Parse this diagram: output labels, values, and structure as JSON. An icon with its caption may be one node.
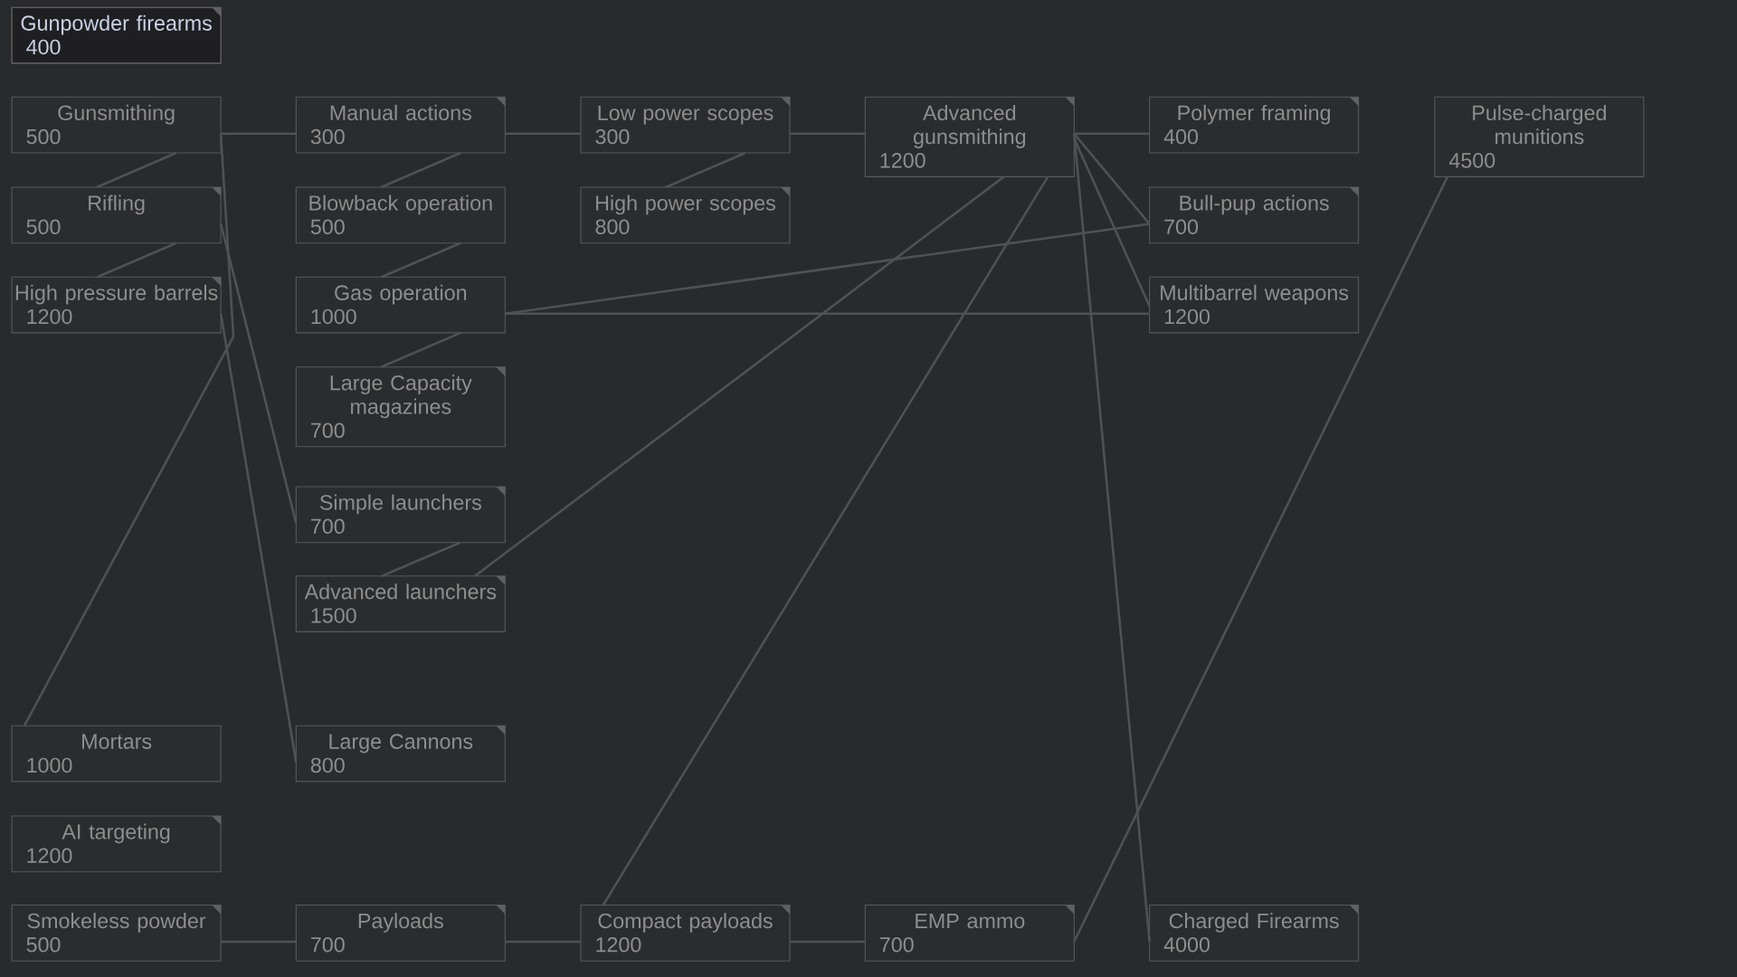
{
  "diagram": {
    "nodes": [
      {
        "text": [
          "Gunpowder firearms",
          "400"
        ]
      },
      {
        "text": [
          "Gunsmithing",
          "500"
        ]
      },
      {
        "text": [
          "Manual actions",
          "300"
        ]
      },
      {
        "text": [
          "Low power scopes",
          "300"
        ]
      },
      {
        "text": [
          "Advanced gunsmithing",
          "1200"
        ]
      },
      {
        "text": [
          "Polymer framing",
          "400"
        ]
      },
      {
        "text": [
          "Pulse-charged munitions",
          "4500"
        ]
      },
      {
        "text": [
          "Rifling",
          "500"
        ]
      },
      {
        "text": [
          "Blowback operation",
          "500"
        ]
      },
      {
        "text": [
          "High power scopes",
          "800"
        ]
      },
      {
        "text": [
          "Bull-pup actions",
          "700"
        ]
      },
      {
        "text": [
          "High pressure barrels",
          "1200"
        ]
      },
      {
        "text": [
          "Gas operation",
          "1000"
        ]
      },
      {
        "text": [
          "Multibarrel weapons",
          "1200"
        ]
      },
      {
        "text": [
          "Large Capacity magazines",
          "700"
        ]
      },
      {
        "text": [
          "Simple launchers",
          "700"
        ]
      },
      {
        "text": [
          "Advanced launchers",
          "1500"
        ]
      },
      {
        "text": [
          "Mortars",
          "1000"
        ]
      },
      {
        "text": [
          "Large Cannons",
          "800"
        ]
      },
      {
        "text": [
          "AI targeting",
          "1200"
        ]
      },
      {
        "text": [
          "Smokeless powder",
          "500"
        ]
      },
      {
        "text": [
          "Payloads",
          "700"
        ]
      },
      {
        "text": [
          "Compact payloads",
          "1200"
        ]
      },
      {
        "text": [
          "EMP ammo",
          "700"
        ]
      },
      {
        "text": [
          "Charged Firearms",
          "4000"
        ]
      }
    ],
    "edges": [
      {
        "from": 1,
        "to": 2,
        "arrow": "none"
      },
      {
        "from": 1,
        "to": 7,
        "arrow": "none"
      },
      {
        "from": 1,
        "to": 17,
        "arrow": "none"
      },
      {
        "from": 2,
        "to": 3,
        "arrow": "none"
      },
      {
        "from": 2,
        "to": 8,
        "arrow": "none"
      },
      {
        "from": 3,
        "to": 4,
        "arrow": "none"
      },
      {
        "from": 3,
        "to": 9,
        "arrow": "none"
      },
      {
        "from": 4,
        "to": 5,
        "arrow": "none"
      },
      {
        "from": 4,
        "to": 10,
        "arrow": "none"
      },
      {
        "from": 4,
        "to": 13,
        "arrow": "none"
      },
      {
        "from": 4,
        "to": 16,
        "arrow": "none"
      },
      {
        "from": 4,
        "to": 22,
        "arrow": "none"
      },
      {
        "from": 4,
        "to": 24,
        "arrow": "none"
      },
      {
        "from": 7,
        "to": 11,
        "arrow": "none"
      },
      {
        "from": 7,
        "to": 15,
        "arrow": "none"
      },
      {
        "from": 8,
        "to": 12,
        "arrow": "none"
      },
      {
        "from": 11,
        "to": 18,
        "arrow": "none"
      },
      {
        "from": 12,
        "to": 10,
        "arrow": "none"
      },
      {
        "from": 12,
        "to": 13,
        "arrow": "none"
      },
      {
        "from": 12,
        "to": 14,
        "arrow": "none"
      },
      {
        "from": 15,
        "to": 16,
        "arrow": "none"
      },
      {
        "from": 20,
        "to": 21,
        "arrow": "none"
      },
      {
        "from": 21,
        "to": 22,
        "arrow": "none"
      },
      {
        "from": 22,
        "to": 23,
        "arrow": "none"
      },
      {
        "from": 23,
        "to": 6,
        "arrow": "none"
      }
    ]
  }
}
